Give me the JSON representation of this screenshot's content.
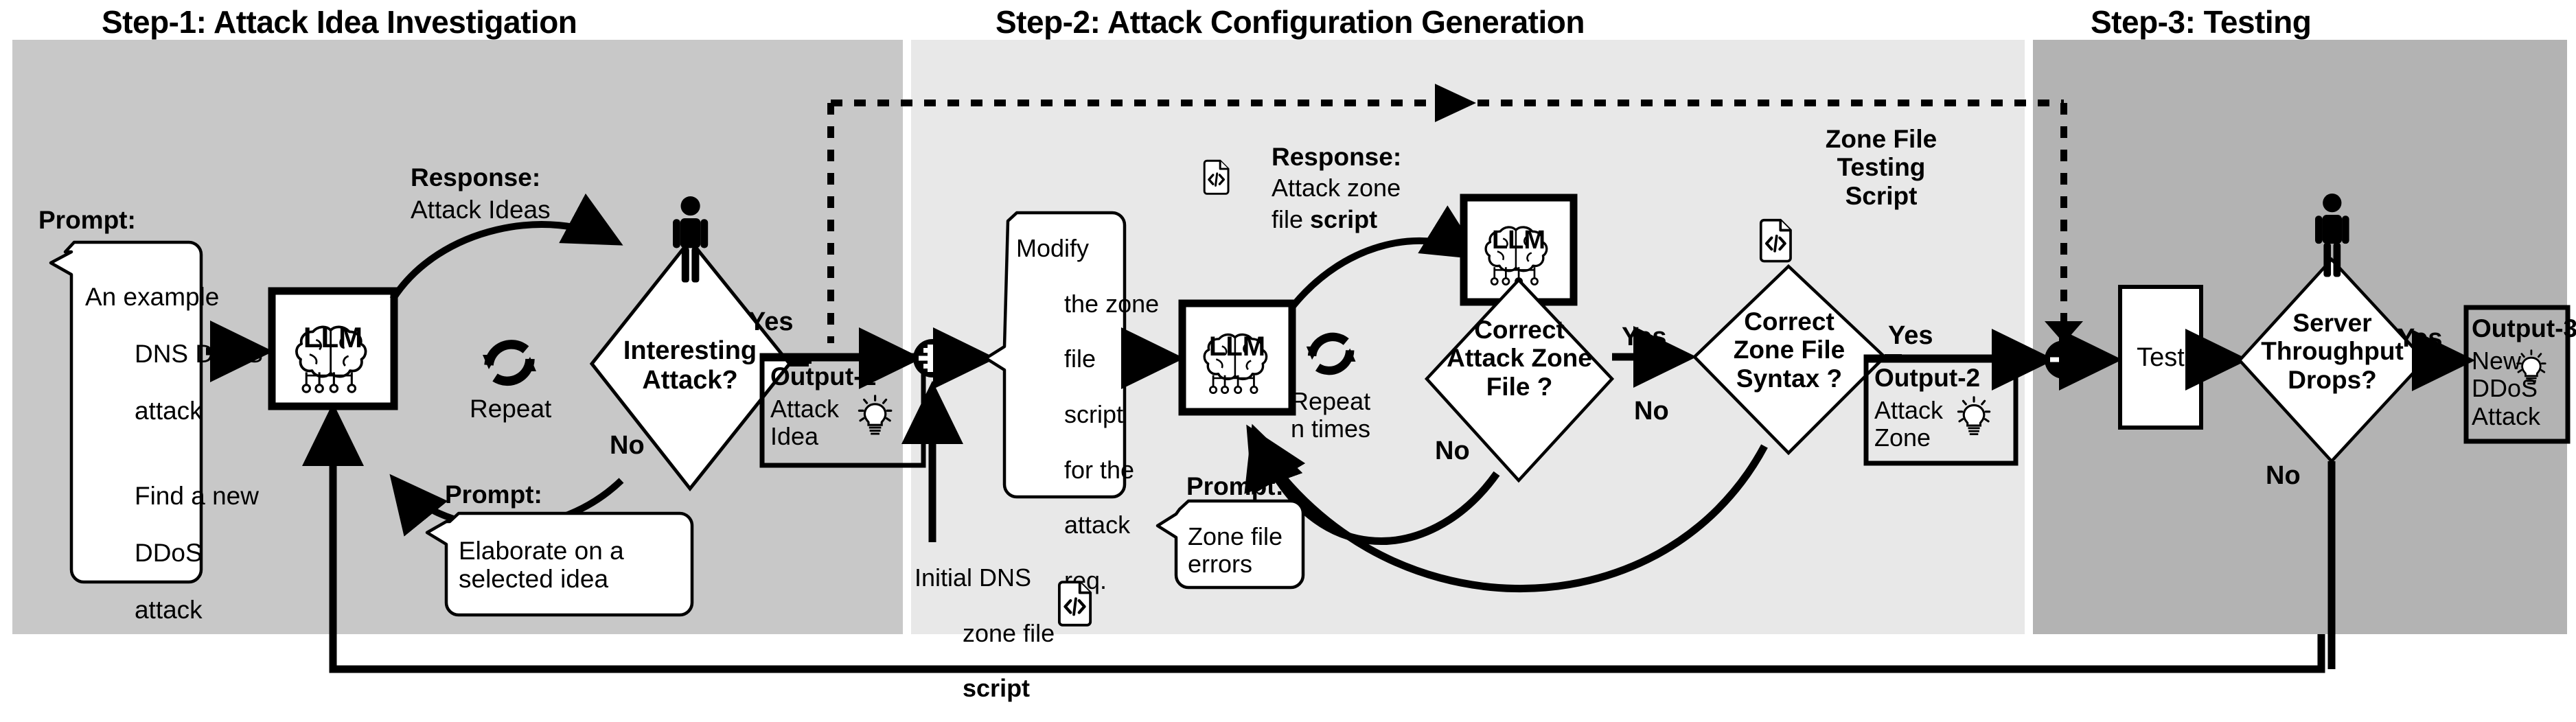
{
  "panels": [
    {
      "id": "step1",
      "title": "Step-1: Attack Idea Investigation",
      "bg": "#c8c8c8"
    },
    {
      "id": "step2",
      "title": "Step-2: Attack Configuration Generation",
      "bg": "#e8e8e8"
    },
    {
      "id": "step3",
      "title": "Step-3: Testing",
      "bg": "#b3b3b3"
    }
  ],
  "colors": {
    "ink": "#000000",
    "panel1": "#c8c8c8",
    "panel2": "#e8e8e8",
    "panel3": "#b3b3b3",
    "shape_fill": "#ffffff",
    "page": "#ffffff"
  },
  "step1": {
    "prompt_caption": "Prompt:",
    "prompt_lines": [
      "An example",
      "DNS DDoS",
      "attack",
      "",
      "Find a new",
      "DDoS",
      "attack"
    ],
    "llm_label": "LLM",
    "response_caption": "Response:",
    "response_text": "Attack Ideas",
    "repeat_label": "Repeat",
    "decision": [
      "Interesting",
      "Attack?"
    ],
    "yes_label": "Yes",
    "no_label": "No",
    "prompt2_caption": "Prompt:",
    "prompt2_lines": [
      "Elaborate on a",
      "selected idea"
    ],
    "output": {
      "title": "Output-1",
      "lines": [
        "Attack",
        "Idea"
      ],
      "icon": "lightbulb-icon"
    }
  },
  "step2": {
    "modify_lines": [
      "Modify",
      "the zone",
      "file",
      "script",
      "for the",
      "attack",
      "req."
    ],
    "initial_script_lines": [
      "Initial DNS",
      "zone file",
      "script"
    ],
    "initial_script_bold": "script",
    "llm_label": "LLM",
    "response_caption": "Response:",
    "response_line1": "Attack zone",
    "response_line2": "file ",
    "response_bold": "script",
    "repeat_label_1": "Repeat",
    "repeat_label_2": "n times",
    "prompt_caption": "Prompt:",
    "prompt_lines": [
      "Zone file",
      "errors"
    ],
    "decision_a": [
      "Correct",
      "Attack Zone",
      "File ?"
    ],
    "decision_a_yes": "Yes",
    "decision_a_no": "No",
    "zone_testing_script": [
      "Zone File",
      "Testing",
      "Script"
    ],
    "decision_b": [
      "Correct",
      "Zone File",
      "Syntax ?"
    ],
    "decision_b_yes": "Yes",
    "decision_b_no": "No",
    "output": {
      "title": "Output-2",
      "lines": [
        "Attack",
        "Zone"
      ],
      "icon": "lightbulb-icon"
    }
  },
  "step3": {
    "test_label": "Test",
    "decision": [
      "Server",
      "Throughput",
      "Drops?"
    ],
    "yes_label": "Yes",
    "no_label": "No",
    "output": {
      "title": "Output-3",
      "lines": [
        "New",
        "DDoS",
        "Attack"
      ],
      "icon": "lightbulb-icon"
    }
  },
  "icons": {
    "llm": "brain-llm-icon",
    "person": "person-icon",
    "repeat": "circular-arrows-repeat-icon",
    "script": "code-file-icon",
    "bulb": "lightbulb-icon",
    "merge": "plus-merge-node-icon"
  }
}
